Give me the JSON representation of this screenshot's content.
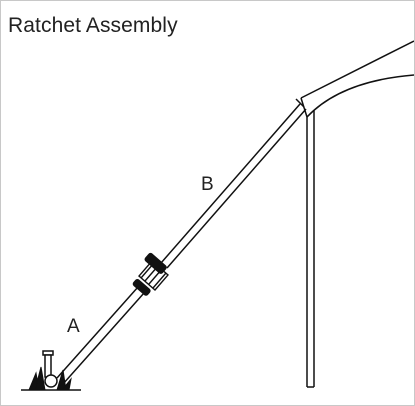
{
  "title": "Ratchet Assembly",
  "labels": {
    "a": "A",
    "b": "B"
  },
  "colors": {
    "stroke": "#111111",
    "background": "#ffffff",
    "frame": "#c8c8c8"
  }
}
